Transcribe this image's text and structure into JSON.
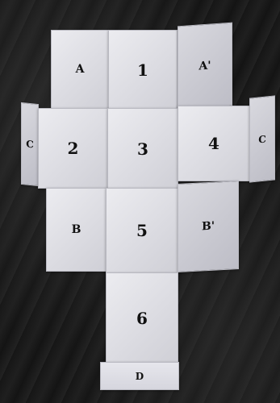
{
  "faces": {
    "A": "A",
    "one": "1",
    "A_prime": "A'",
    "C_left": "C",
    "two": "2",
    "three": "3",
    "four": "4",
    "C_right": "C",
    "B": "B",
    "five": "5",
    "B_prime": "B'",
    "six": "6",
    "D": "D"
  },
  "colors": {
    "paper": "#e2e2e8",
    "background": "#1b1b1b",
    "ink": "#111111"
  }
}
